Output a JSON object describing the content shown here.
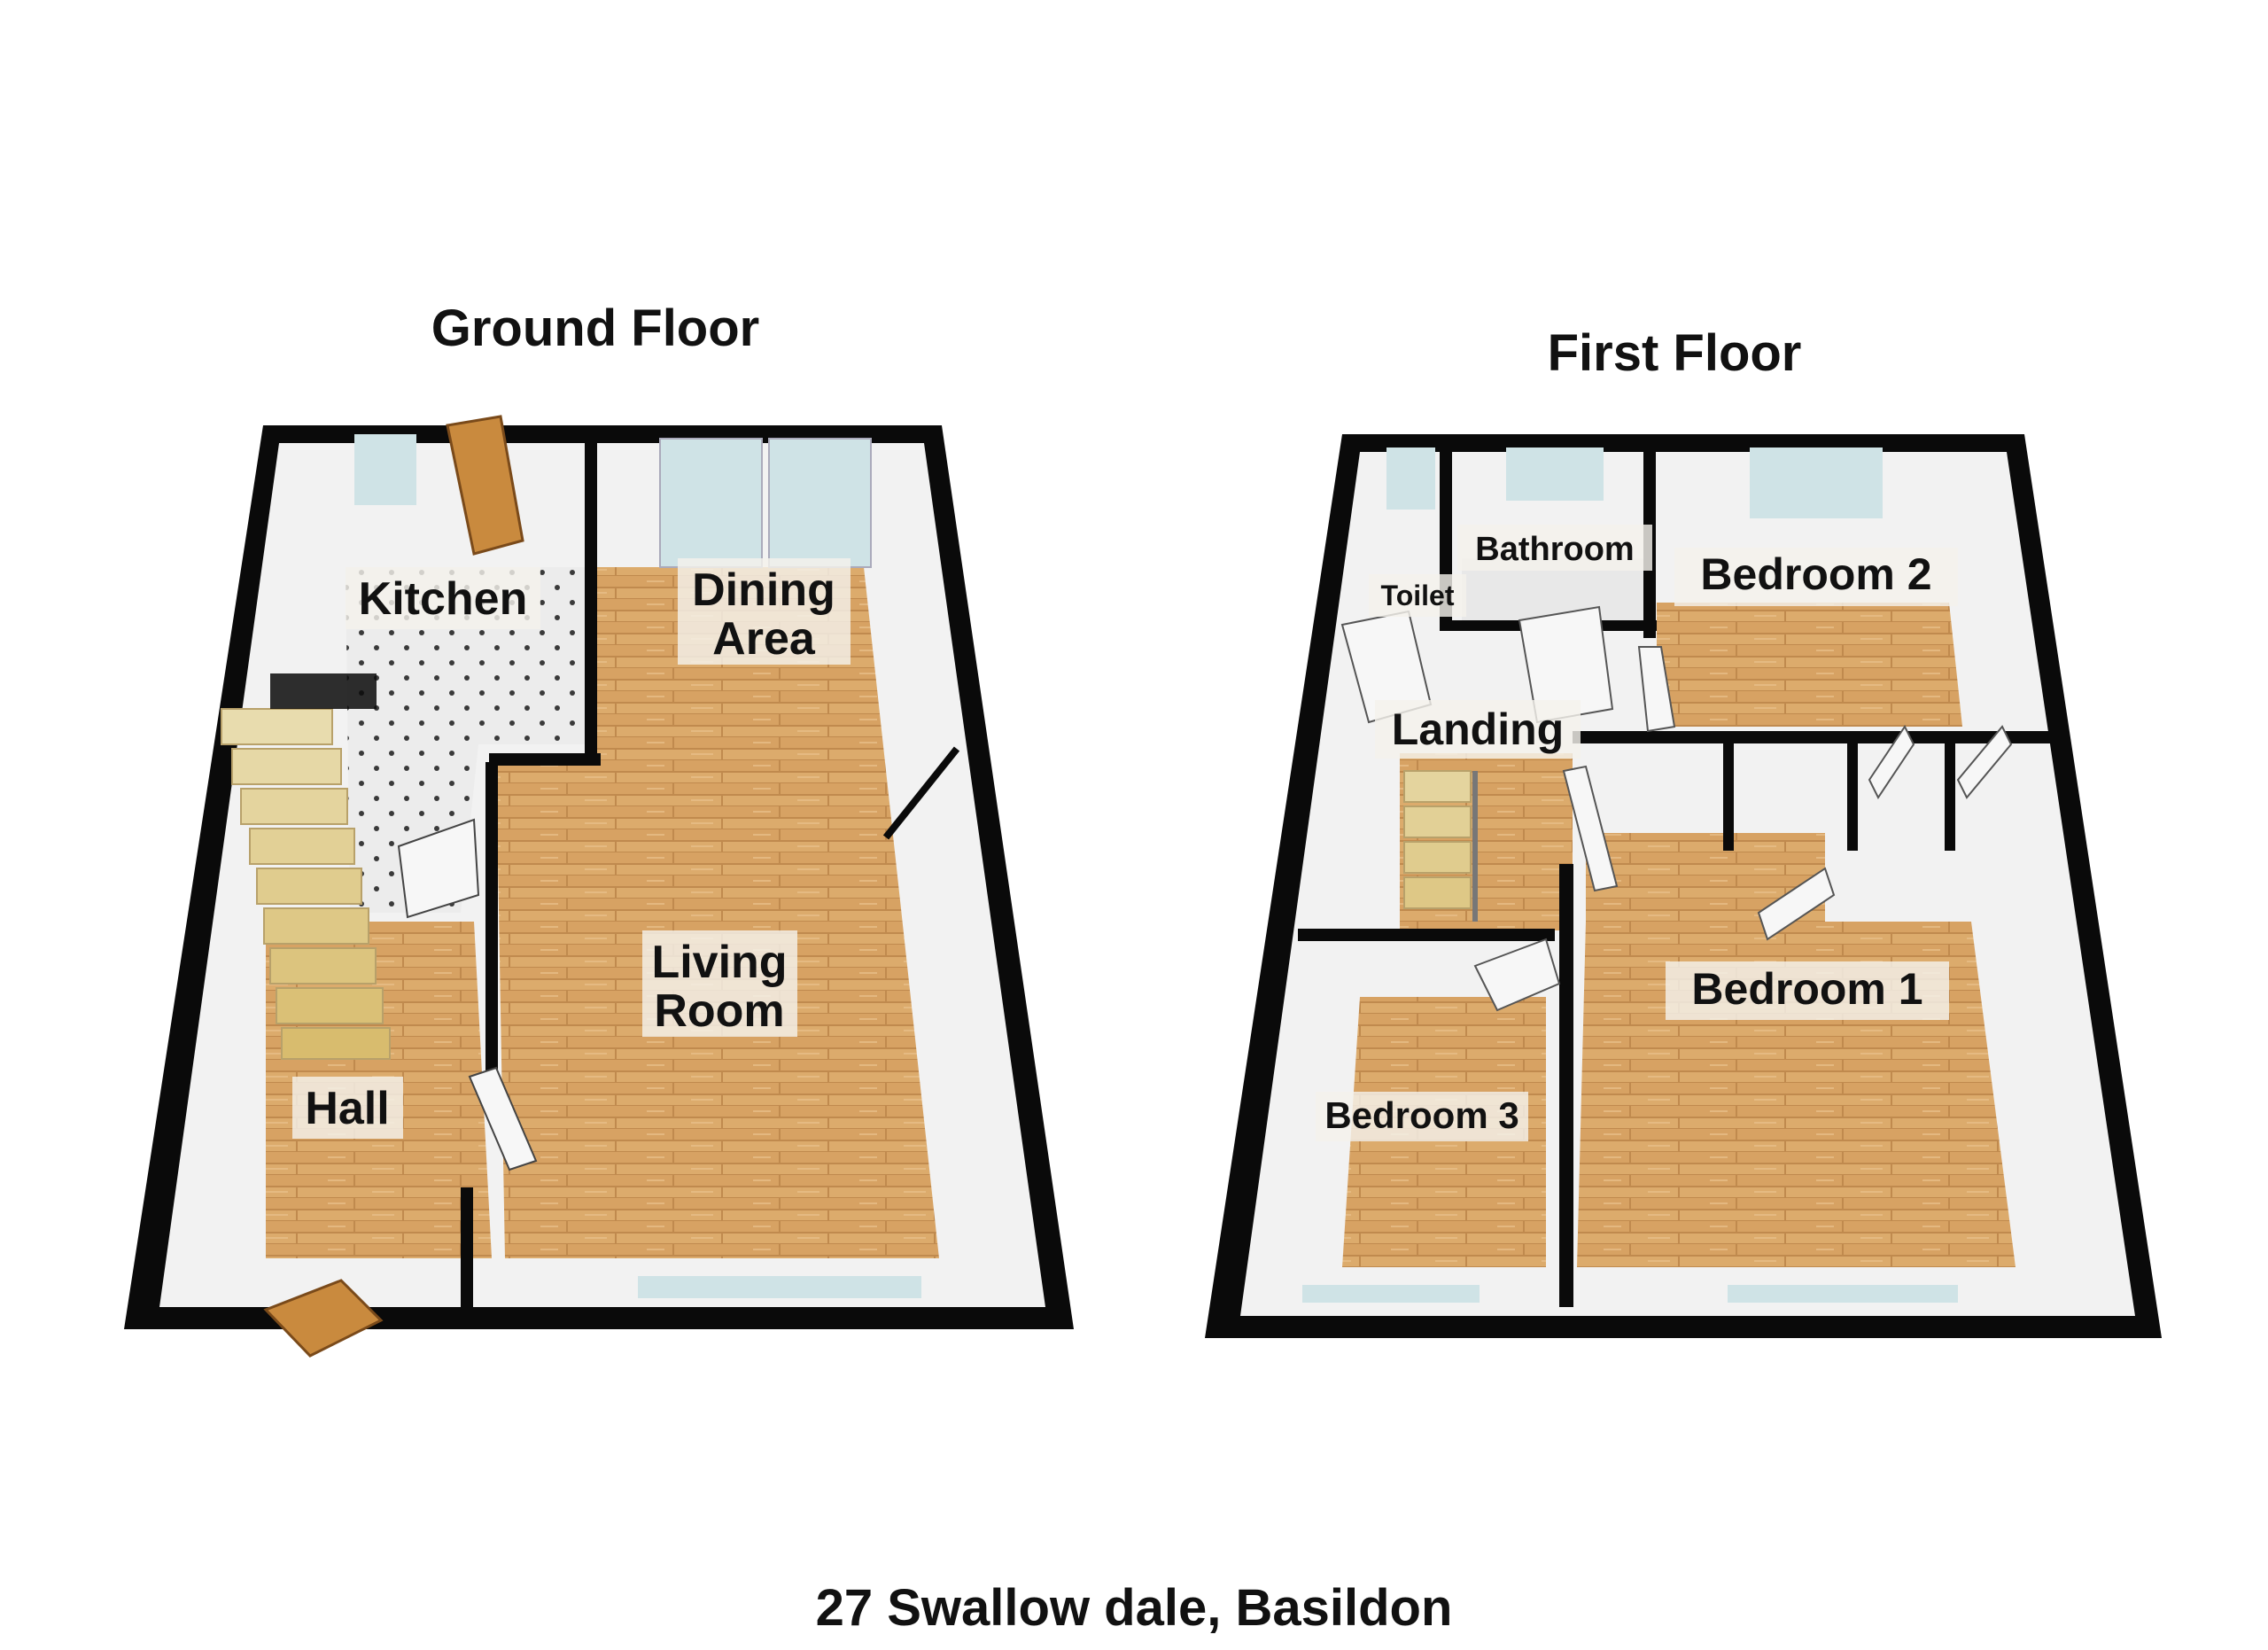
{
  "floors": [
    {
      "title": "Ground Floor",
      "rooms": [
        "Kitchen",
        "Dining",
        "Area",
        "Living",
        "Room",
        "Hall"
      ]
    },
    {
      "title": "First Floor",
      "rooms": [
        "Bathroom",
        "Toilet",
        "Bedroom 2",
        "Landing",
        "Bedroom 1",
        "Bedroom 3"
      ]
    }
  ],
  "address": "27 Swallow dale, Basildon",
  "colors": {
    "wall": "#0a0a0a",
    "wall_face": "#f2f2f2",
    "wood_floor": "#d9a86a",
    "wood_line": "#b8854a",
    "tile_floor": "#e6e6e6",
    "window": "#cfe3e6"
  }
}
